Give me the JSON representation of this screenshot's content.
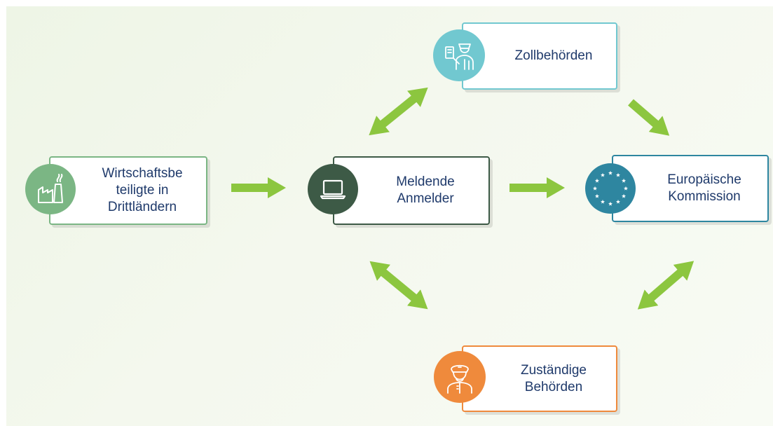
{
  "colors": {
    "arrow": "#8cc63f",
    "wirtschaft": "#7bb684",
    "meldende": "#3d5a46",
    "zoll": "#71c8d0",
    "kommission": "#2e86a0",
    "behoerden": "#ef8a3c"
  },
  "nodes": {
    "wirtschaft": {
      "label": "Wirtschaftsbe\nteiligte in\nDrittländern",
      "icon": "factory-icon"
    },
    "meldende": {
      "label": "Meldende\nAnmelder",
      "icon": "laptop-icon"
    },
    "zoll": {
      "label": "Zollbehörden",
      "icon": "customs-officer-icon"
    },
    "kommission": {
      "label": "Europäische\nKommission",
      "icon": "eu-flag-icon"
    },
    "behoerden": {
      "label": "Zuständige\nBehörden",
      "icon": "officer-icon"
    }
  }
}
